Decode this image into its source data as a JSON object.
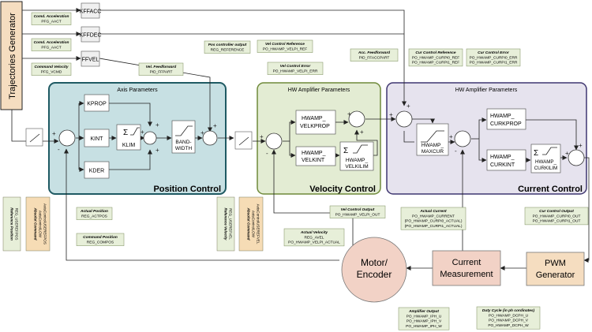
{
  "traj_gen": "Trajectories Generator",
  "regions": {
    "position": {
      "title": "Axis Parameters",
      "name": "Position Control"
    },
    "velocity": {
      "title": "HW Amplifier Parameters",
      "name": "Velocity Control"
    },
    "current": {
      "title": "HW Amplifier Parameters",
      "name": "Current Control"
    }
  },
  "blocks": {
    "kffacc": "KFFACC",
    "kffdec": "KFFDEC",
    "ffvel": "FFVEL",
    "kprop": "KPROP",
    "kint": "KINT",
    "kder": "KDER",
    "klim": "KLIM",
    "bandwidth_1": "BAND-",
    "bandwidth_2": "WIDTH",
    "velkprop_1": "HWAMP_",
    "velkprop_2": "VELKPROP",
    "velkint_1": "HWAMP_",
    "velkint_2": "VELKINT",
    "velkilim_1": "HWAMP_",
    "velkilim_2": "VELKILIM",
    "maxcur_1": "HWAMP_",
    "maxcur_2": "MAXCUR",
    "curkprop_1": "HWAMP_",
    "curkprop_2": "CURKPROP",
    "curkint_1": "HWAMP_",
    "curkint_2": "CURKINT",
    "curkilim_1": "HWAMP_",
    "curkilim_2": "CURKILIM",
    "sigma": "Σ",
    "motor_1": "Motor/",
    "motor_2": "Encoder",
    "current_meas_1": "Current",
    "current_meas_2": "Measurement",
    "pwm_1": "PWM",
    "pwm_2": "Generator"
  },
  "tags": {
    "comd_acc": [
      "Comd. Acceleration",
      "PFG_AACT"
    ],
    "comd_acc2": [
      "Comd. Acceleration",
      "PFG_AACT"
    ],
    "comd_vel": [
      "Command Velocity",
      "PFG_VCMD"
    ],
    "vel_ff": [
      "Vel. Feedforward",
      "PID_FFPART"
    ],
    "pos_out": [
      "Pos controller output",
      "REG_REFERENCE"
    ],
    "vel_ref": [
      "Vel Control Reference",
      "PO_HWAMP_VELPI_REF"
    ],
    "vel_err": [
      "Vel Control Error",
      "PO_HWAMP_VELPI_ERR"
    ],
    "acc_ff": [
      "Acc. Feedforward",
      "PID_FFACCPART"
    ],
    "cur_ref": [
      "Cur Control Reference",
      "PO_HWAMP_CURPI0_REF",
      "PO_HWAMP_CURPI1_REF"
    ],
    "cur_err": [
      "Cur Control Error",
      "PO_HWAMP_CURPI0_ERR",
      "PO_HWAMP_CURPI1_ERR"
    ],
    "act_pos": [
      "Actual Position",
      "REG_ACTPOS"
    ],
    "cmd_pos": [
      "Command Position",
      "REG_COMPOS"
    ],
    "vel_out": [
      "Vel Control Output",
      "PO_HWAMP_VELPI_OUT"
    ],
    "act_cur": [
      "Actual Current",
      "PO_HWAMP_CURRENT",
      "(PO_HWAMP_CURPI0_ACTUAL)",
      "(PO_HWAMP_CURPI1_ACTUAL)"
    ],
    "cur_out": [
      "Cur Control Output",
      "PO_HWAMP_CURPI0_OUT",
      "PO_HWAMP_CURPI1_OUT"
    ],
    "act_vel": [
      "Actual Velocity",
      "REG_AVEL",
      "PO_HWAMP_VELPI_ACTUAL"
    ],
    "amp_out": [
      "Amplifier Output",
      "PO_HWAMP_IPH_U",
      "PO_HWAMP_IPH_V",
      "PO_HWAMP_IPH_W"
    ],
    "duty": [
      "Duty Cycle (in ph cordinates)",
      "PO_HWAMP_DCPH_U",
      "PO_HWAMP_DCPH_V",
      "PO_HWAMP_DCPH_W"
    ]
  },
  "vtags": {
    "ref_pos": [
      "Reference Position",
      "REG_USEREFPOS"
    ],
    "abs_cmd": [
      "Absolut Command",
      "AxisControlLOW",
      "AxisControlUSEREFPOS"
    ],
    "ref_vel": [
      "Reference Velocity",
      "REG_USEREFVEL"
    ],
    "abs_cmd2": [
      "Absolut Command",
      "AxisControlLOW",
      "AxisControlUSEREFVEL"
    ]
  },
  "colors": {
    "position_bg": "#c7e0e3",
    "position_border": "#1f5a63",
    "velocity_bg": "#e3ecd3",
    "velocity_border": "#6f8a3a",
    "current_bg": "#e6e3ee",
    "current_border": "#3f3670",
    "traj_bg": "#f5ddc0",
    "tag_bg": "#e7efd9",
    "ref_tag_bg": "#f6dcb5",
    "motor_bg": "#f2d2c6"
  }
}
